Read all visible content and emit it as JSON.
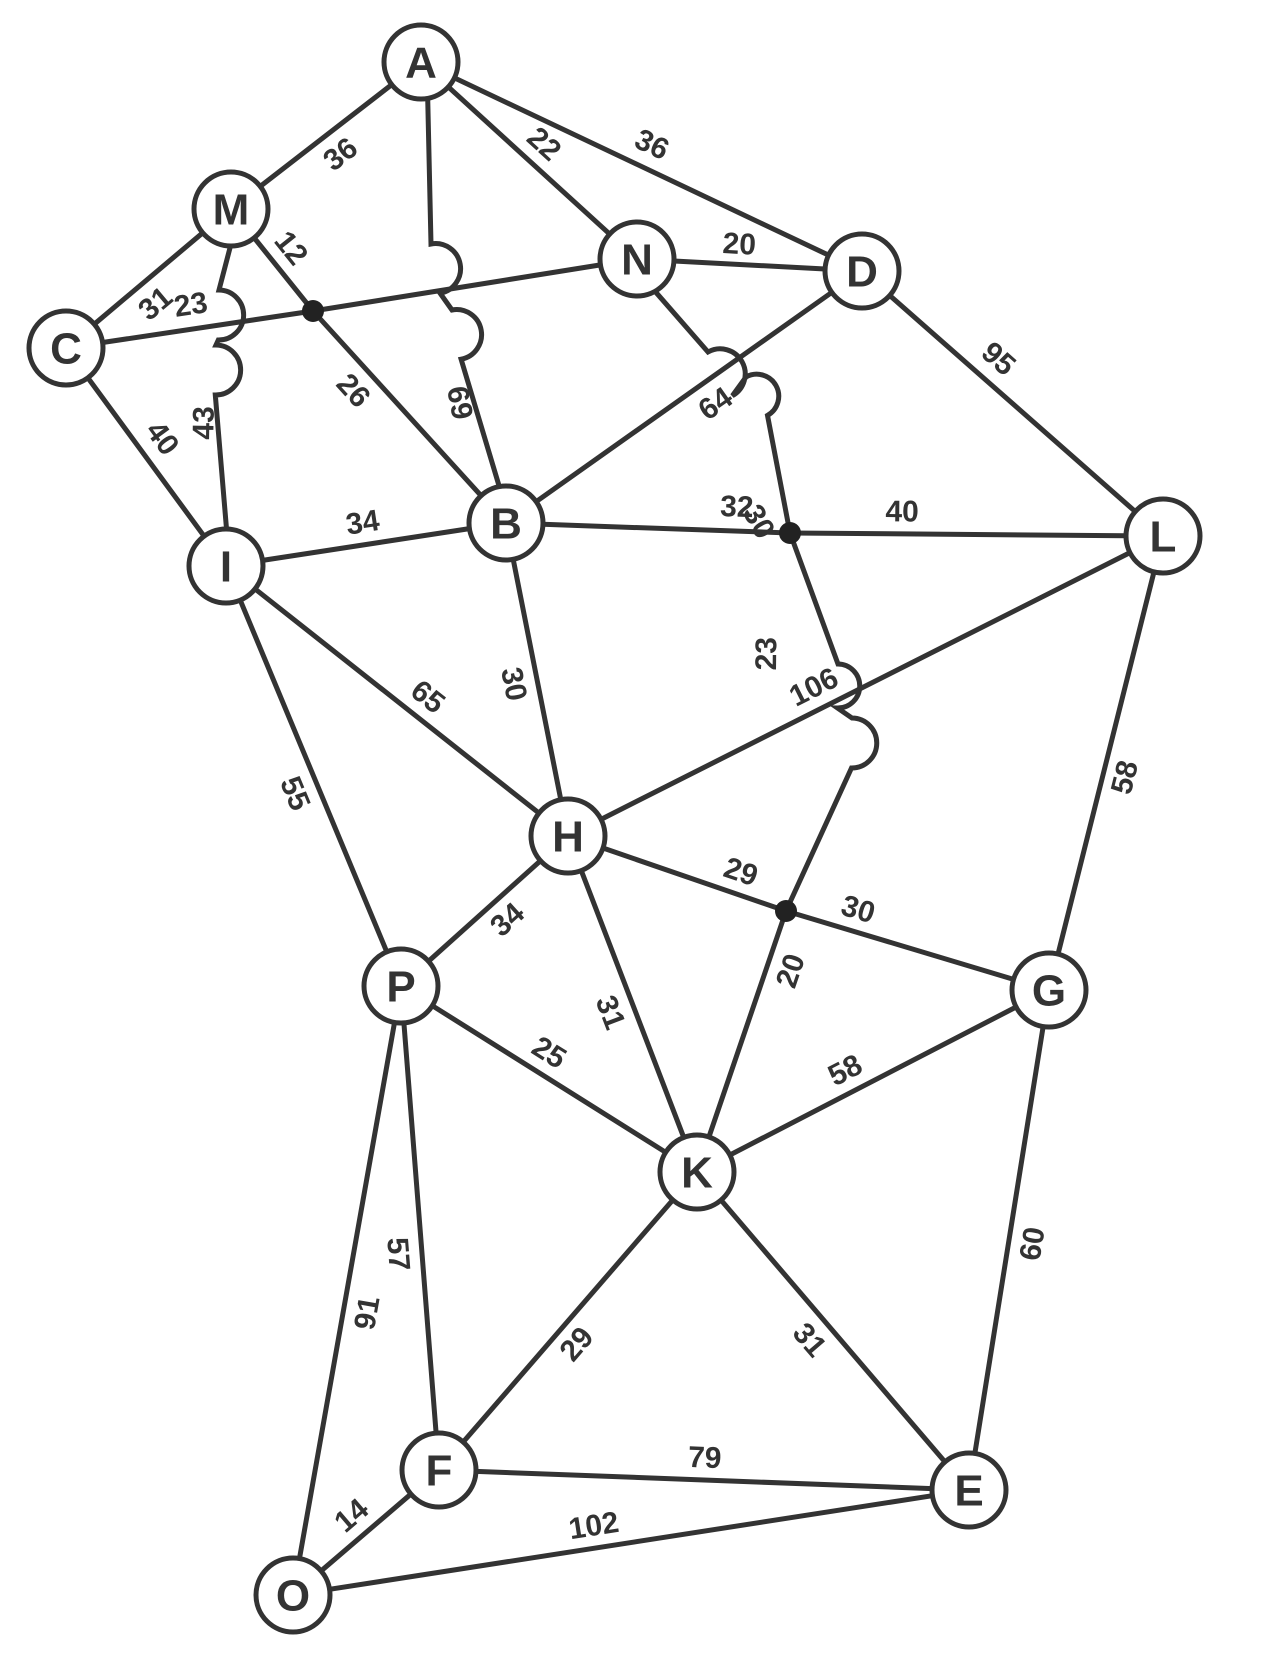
{
  "graph": {
    "nodes": [
      {
        "id": "A",
        "label": "A"
      },
      {
        "id": "M",
        "label": "M"
      },
      {
        "id": "N",
        "label": "N"
      },
      {
        "id": "D",
        "label": "D"
      },
      {
        "id": "C",
        "label": "C"
      },
      {
        "id": "B",
        "label": "B"
      },
      {
        "id": "I",
        "label": "I"
      },
      {
        "id": "L",
        "label": "L"
      },
      {
        "id": "H",
        "label": "H"
      },
      {
        "id": "P",
        "label": "P"
      },
      {
        "id": "G",
        "label": "G"
      },
      {
        "id": "K",
        "label": "K"
      },
      {
        "id": "F",
        "label": "F"
      },
      {
        "id": "E",
        "label": "E"
      },
      {
        "id": "O",
        "label": "O"
      }
    ],
    "junctions": [
      "J1",
      "J2",
      "J3"
    ],
    "edges": [
      {
        "from": "A",
        "to": "M",
        "weight": "36"
      },
      {
        "from": "A",
        "to": "N",
        "weight": "22"
      },
      {
        "from": "A",
        "to": "D",
        "weight": "36"
      },
      {
        "from": "A",
        "to": "B",
        "weight": "69"
      },
      {
        "from": "M",
        "to": "C",
        "weight": "31"
      },
      {
        "from": "M",
        "to": "I",
        "weight": "43"
      },
      {
        "from": "M",
        "to": "J1",
        "weight": "12"
      },
      {
        "from": "J1",
        "to": "B",
        "weight": "26"
      },
      {
        "from": "C",
        "to": "J1",
        "weight": "23"
      },
      {
        "from": "J1",
        "to": "N",
        "weight": ""
      },
      {
        "from": "C",
        "to": "I",
        "weight": "40"
      },
      {
        "from": "N",
        "to": "D",
        "weight": "20"
      },
      {
        "from": "N",
        "to": "J2",
        "weight": "30"
      },
      {
        "from": "D",
        "to": "B",
        "weight": "64"
      },
      {
        "from": "D",
        "to": "L",
        "weight": "95"
      },
      {
        "from": "I",
        "to": "B",
        "weight": "34"
      },
      {
        "from": "B",
        "to": "J2",
        "weight": "32"
      },
      {
        "from": "J2",
        "to": "L",
        "weight": "40"
      },
      {
        "from": "J2",
        "to": "J3",
        "weight": "23"
      },
      {
        "from": "I",
        "to": "H",
        "weight": "65"
      },
      {
        "from": "I",
        "to": "P",
        "weight": "55"
      },
      {
        "from": "B",
        "to": "H",
        "weight": "30"
      },
      {
        "from": "H",
        "to": "L",
        "weight": "106"
      },
      {
        "from": "L",
        "to": "G",
        "weight": "58"
      },
      {
        "from": "H",
        "to": "J3",
        "weight": "29"
      },
      {
        "from": "J3",
        "to": "G",
        "weight": "30"
      },
      {
        "from": "J3",
        "to": "K",
        "weight": "20"
      },
      {
        "from": "H",
        "to": "P",
        "weight": "34"
      },
      {
        "from": "H",
        "to": "K",
        "weight": "31"
      },
      {
        "from": "P",
        "to": "K",
        "weight": "25"
      },
      {
        "from": "K",
        "to": "G",
        "weight": "58"
      },
      {
        "from": "P",
        "to": "F",
        "weight": "57"
      },
      {
        "from": "P",
        "to": "O",
        "weight": "91"
      },
      {
        "from": "K",
        "to": "F",
        "weight": "29"
      },
      {
        "from": "K",
        "to": "E",
        "weight": "31"
      },
      {
        "from": "G",
        "to": "E",
        "weight": "60"
      },
      {
        "from": "F",
        "to": "E",
        "weight": "79"
      },
      {
        "from": "O",
        "to": "F",
        "weight": "14"
      },
      {
        "from": "O",
        "to": "E",
        "weight": "102"
      }
    ]
  }
}
